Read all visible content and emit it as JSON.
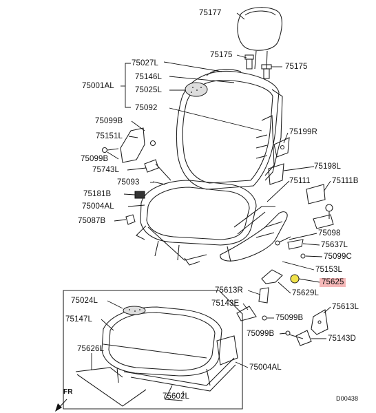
{
  "diagram": {
    "labels": {
      "p75177": "75177",
      "p75175a": "75175",
      "p75175b": "75175",
      "p75001AL": "75001AL",
      "p75027L": "75027L",
      "p75146L": "75146L",
      "p75025L": "75025L",
      "p75092": "75092",
      "p75099B_a": "75099B",
      "p75151L": "75151L",
      "p75099B_b": "75099B",
      "p75743L": "75743L",
      "p75093": "75093",
      "p75181B": "75181B",
      "p75004AL_a": "75004AL",
      "p75087B": "75087B",
      "p75199R": "75199R",
      "p75198L": "75198L",
      "p75111": "75111",
      "p75111B": "75111B",
      "p75098": "75098",
      "p75637L": "75637L",
      "p75099C": "75099C",
      "p75153L": "75153L",
      "p75625": "75625",
      "p75613R": "75613R",
      "p75629L": "75629L",
      "p75143E": "75143E",
      "p75613L": "75613L",
      "p75099B_c": "75099B",
      "p75099B_d": "75099B",
      "p75143D": "75143D",
      "p75024L": "75024L",
      "p75147L": "75147L",
      "p75626L": "75626L",
      "p75004AL_b": "75004AL",
      "p75602L": "75602L",
      "fr": "FR",
      "code": "D00438"
    },
    "highlight_color": "#f6b8b8"
  }
}
